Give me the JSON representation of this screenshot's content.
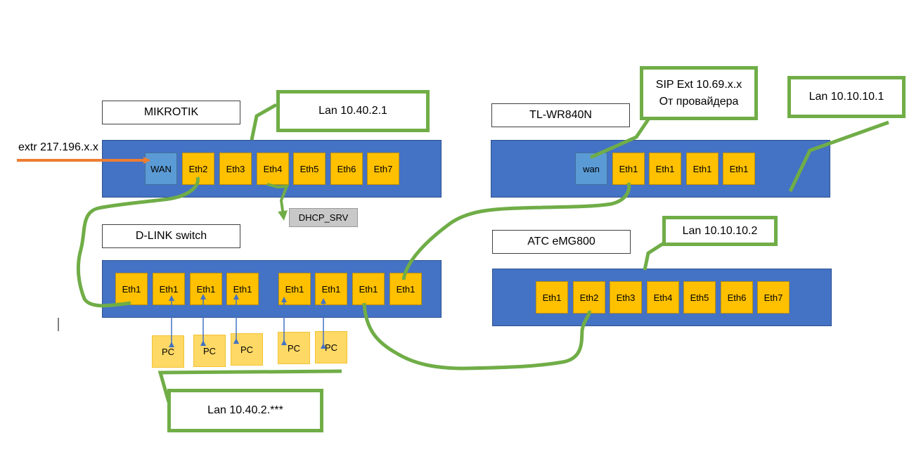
{
  "extr_label": "extr 217.196.x.x",
  "mikrotik": {
    "title": "MIKROTIK",
    "ports": [
      "WAN",
      "Eth2",
      "Eth3",
      "Eth4",
      "Eth5",
      "Eth6",
      "Eth7"
    ],
    "callout": "Lan 10.40.2.1",
    "dhcp": "DHCP_SRV"
  },
  "dlink": {
    "title": "D-LINK switch",
    "ports": [
      "Eth1",
      "Eth1",
      "Eth1",
      "Eth1",
      "Eth1",
      "Eth1",
      "Eth1",
      "Eth1"
    ],
    "pcs": [
      "PC",
      "PC",
      "PC",
      "PC",
      "PC"
    ],
    "callout": "Lan 10.40.2.***"
  },
  "tplink": {
    "title": "TL-WR840N",
    "ports": [
      "wan",
      "Eth1",
      "Eth1",
      "Eth1",
      "Eth1"
    ],
    "sip_callout_line1": "SIP Ext 10.69.x.x",
    "sip_callout_line2": "От провайдера",
    "lan_callout": "Lan 10.10.10.1"
  },
  "atc": {
    "title": "ATC eMG800",
    "ports": [
      "Eth1",
      "Eth2",
      "Eth3",
      "Eth4",
      "Eth5",
      "Eth6",
      "Eth7"
    ],
    "callout": "Lan 10.10.10.2"
  },
  "colors": {
    "panel": "#4472c4",
    "port": "#ffc000",
    "wan_port": "#5b9bd5",
    "pc": "#ffd966",
    "cable": "#70ad47",
    "arrow_extr": "#ed7d31",
    "arrow_pc": "#4472c4"
  }
}
